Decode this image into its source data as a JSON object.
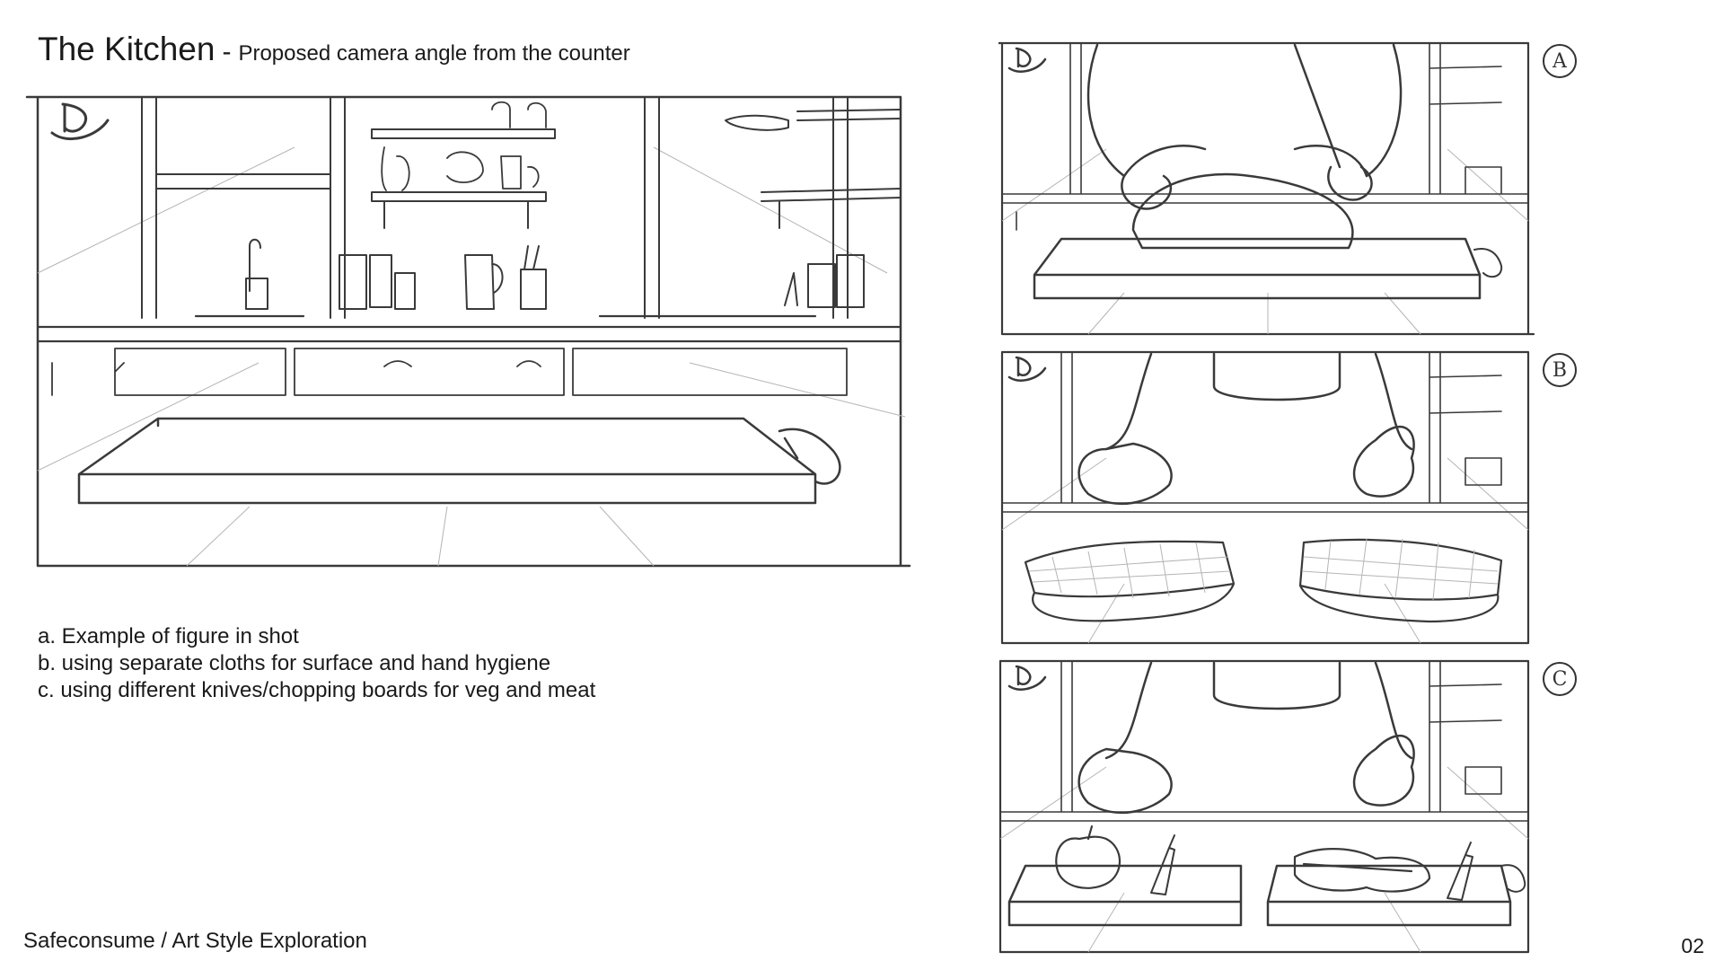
{
  "header": {
    "title": "The Kitchen",
    "separator": "-",
    "subtitle": "Proposed camera angle from the counter"
  },
  "notes": [
    "a. Example of figure in shot",
    "b. using separate cloths for surface and hand hygiene",
    "c. using different knives/chopping boards for veg and meat"
  ],
  "panels": [
    {
      "label": "A"
    },
    {
      "label": "B"
    },
    {
      "label": "C"
    }
  ],
  "footer": {
    "project": "Safeconsume / Art Style Exploration",
    "page_number": "02"
  },
  "icons": {
    "panel_badge": "circled-letter-icon",
    "logo": "sketch-logo-icon"
  },
  "colors": {
    "background": "#ffffff",
    "pencil": "#3a3a3a",
    "guide_lines": "#b5b5b5"
  }
}
